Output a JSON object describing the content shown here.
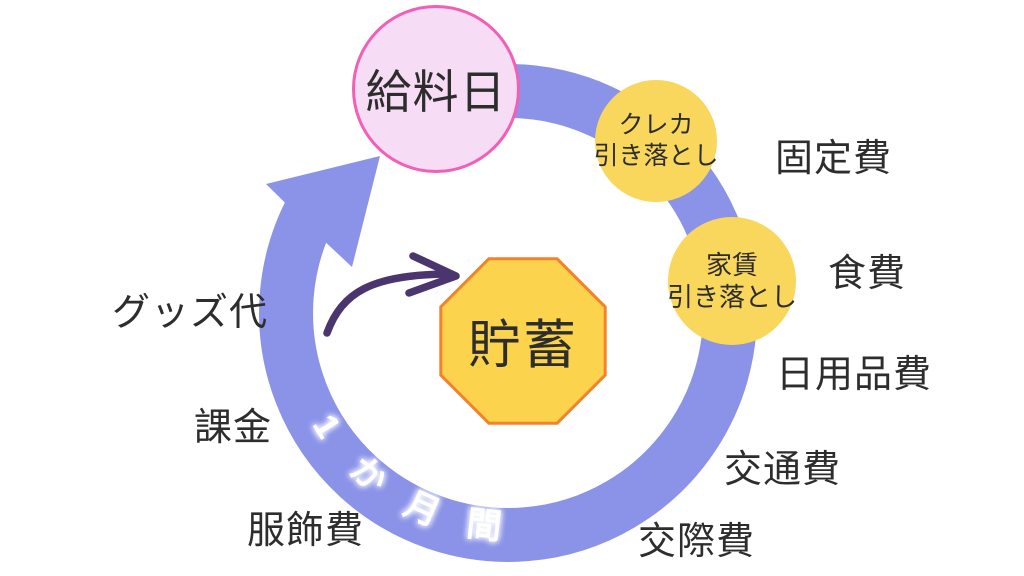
{
  "diagram": {
    "payday": {
      "label": "給料日"
    },
    "savings": {
      "label": "貯蓄"
    },
    "withdrawals": [
      {
        "line1": "クレカ",
        "line2": "引き落とし"
      },
      {
        "line1": "家賃",
        "line2": "引き落とし"
      }
    ],
    "cycle_duration": "1か月間",
    "expenses": [
      {
        "label": "固定費"
      },
      {
        "label": "食費"
      },
      {
        "label": "日用品費"
      },
      {
        "label": "交通費"
      },
      {
        "label": "交際費"
      },
      {
        "label": "服飾費"
      },
      {
        "label": "課金"
      },
      {
        "label": "グッズ代"
      }
    ],
    "colors": {
      "band": "#8a93e8",
      "payday_fill": "#f7dcf5",
      "payday_border": "#f25fb5",
      "withdrawal_fill": "#f8d75c",
      "savings_fill": "#fcd34d",
      "savings_border": "#f5822b",
      "arrow": "#4a356e",
      "text": "#2d2d2d",
      "cycle_text": "#ffffff"
    }
  }
}
